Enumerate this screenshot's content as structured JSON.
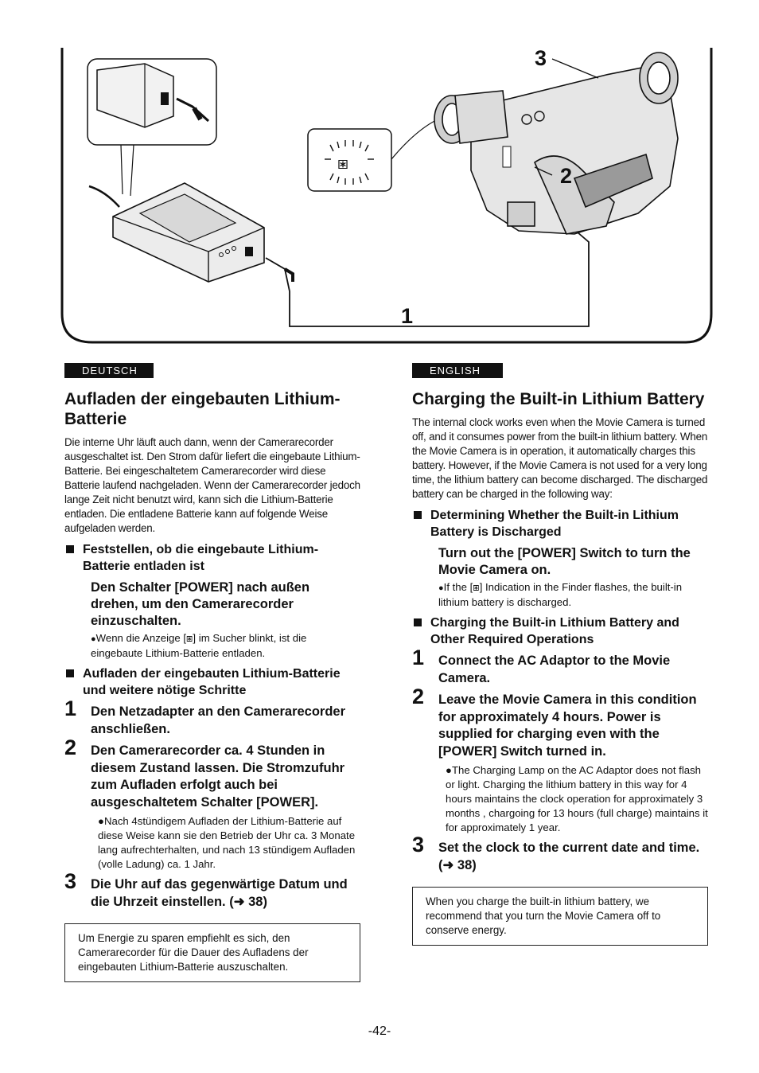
{
  "figure": {
    "callouts": {
      "one": "1",
      "two": "2",
      "three": "3"
    }
  },
  "de": {
    "lang_label": "DEUTSCH",
    "title": "Aufladen der eingebauten Lithium-Batterie",
    "intro": "Die interne Uhr läuft auch dann, wenn der Camerarecorder ausgeschaltet ist. Den Strom dafür liefert die eingebaute Lithium-Batterie. Bei eingeschaltetem Camerarecorder wird diese Batterie laufend nachgeladen. Wenn der Camerarecorder jedoch lange Zeit nicht benutzt wird, kann sich die Lithium-Batterie entladen. Die entladene Batterie kann auf folgende Weise aufgeladen werden.",
    "sub1": "Feststellen, ob die eingebaute Lithium-Batterie entladen ist",
    "instr1": "Den Schalter [POWER] nach außen drehen, um den Camerarecorder einzuschalten.",
    "note1": "Wenn die Anzeige [⧆] im Sucher blinkt, ist die eingebaute Lithium-Batterie entladen.",
    "sub2": "Aufladen der eingebauten Lithium-Batterie und weitere nötige Schritte",
    "steps": [
      {
        "num": "1",
        "text": "Den Netzadapter an den Camerarecorder anschließen."
      },
      {
        "num": "2",
        "text": "Den Camerarecorder ca. 4 Stunden in diesem Zustand lassen. Die Stromzufuhr zum Aufladen erfolgt auch bei ausgeschaltetem Schalter [POWER].",
        "note": "Nach 4stündigem Aufladen der Lithium-Batterie auf diese Weise kann sie den Betrieb der Uhr ca. 3 Monate lang aufrechterhalten, und nach 13 stündigem Aufladen (volle Ladung) ca. 1 Jahr."
      },
      {
        "num": "3",
        "text": "Die Uhr auf das gegenwärtige Datum und die Uhrzeit einstellen. (➜ 38)"
      }
    ],
    "box": "Um Energie zu sparen empfiehlt es sich, den Camerarecorder für die Dauer des Aufladens der eingebauten Lithium-Batterie auszuschalten."
  },
  "en": {
    "lang_label": "ENGLISH",
    "title": "Charging the Built-in Lithium Battery",
    "intro": "The internal clock works even when the Movie Camera is turned off, and it consumes power from the built-in lithium battery. When the Movie Camera is in operation, it automatically charges this battery. However, if the Movie Camera is not used for a very long time, the lithium battery can become discharged. The discharged battery can be charged in the following way:",
    "sub1": "Determining Whether the Built-in Lithium Battery is Discharged",
    "instr1": "Turn out the [POWER] Switch to turn the Movie Camera on.",
    "note1": "If the [⧆] Indication in the Finder flashes, the built-in lithium battery is discharged.",
    "sub2": "Charging the Built-in Lithium Battery and Other Required Operations",
    "steps": [
      {
        "num": "1",
        "text": "Connect the AC Adaptor to the Movie Camera."
      },
      {
        "num": "2",
        "text": "Leave the Movie Camera in this condition for approximately 4 hours. Power is supplied for charging even with the [POWER] Switch turned in.",
        "note": "The Charging Lamp on the AC Adaptor does not flash or light. Charging the lithium battery in this way for 4 hours maintains the clock operation for approximately 3 months , chargoing for 13 hours (full charge) maintains it for approximately 1 year."
      },
      {
        "num": "3",
        "text": "Set the clock to the current date and time. (➜ 38)"
      }
    ],
    "box": "When you charge the built-in lithium battery, we recommend that you turn the Movie Camera off to conserve energy."
  },
  "page_number": "-42-"
}
